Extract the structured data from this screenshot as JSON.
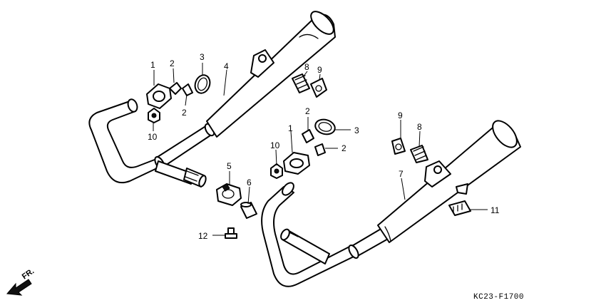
{
  "diagram_code": "KC23-F1700",
  "direction_label": "FR.",
  "callouts": {
    "c1a": "1",
    "c2a": "2",
    "c2b": "2",
    "c3a": "3",
    "c4": "4",
    "c8a": "8",
    "c9a": "9",
    "c10a": "10",
    "c2c": "2",
    "c3b": "3",
    "c1b": "1",
    "c2d": "2",
    "c10b": "10",
    "c5": "5",
    "c6": "6",
    "c9b": "9",
    "c8b": "8",
    "c7": "7",
    "c11": "11",
    "c12": "12"
  }
}
